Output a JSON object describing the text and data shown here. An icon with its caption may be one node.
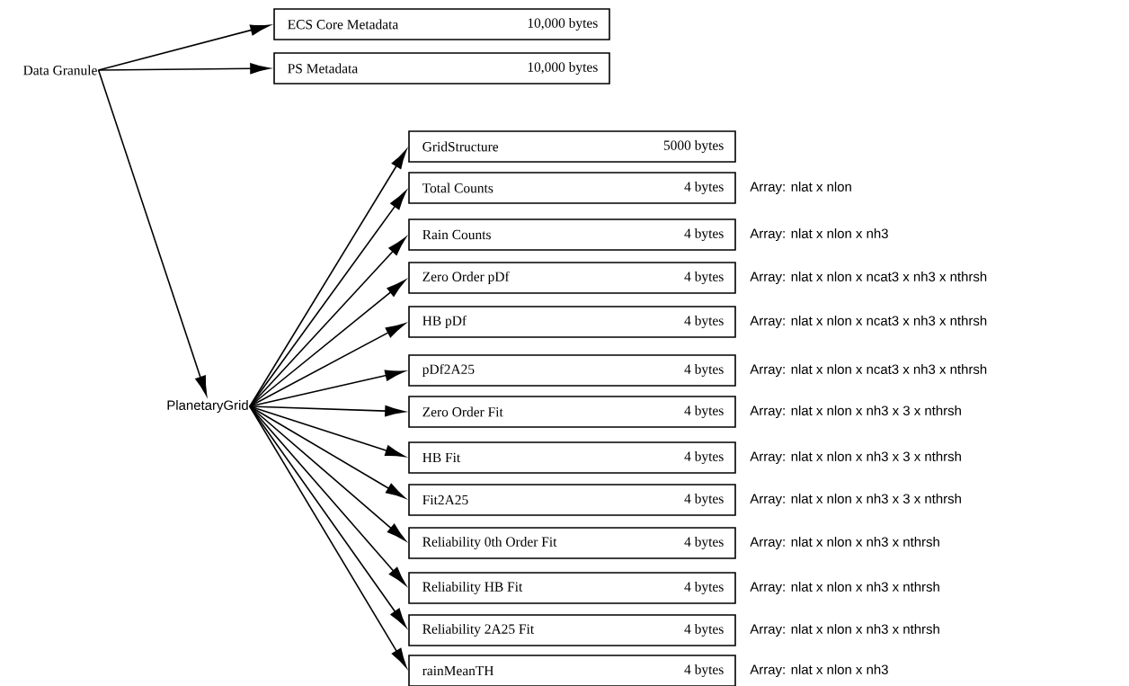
{
  "diagram": {
    "nodes": [
      {
        "text": [
          "Data Granule"
        ]
      },
      {
        "text": [
          "ECS Core Metadata",
          "10,000 bytes"
        ]
      },
      {
        "text": [
          "PS Metadata",
          "10,000 bytes"
        ]
      },
      {
        "text": [
          "PlanetaryGrid"
        ]
      },
      {
        "text": [
          "GridStructure",
          "5000 bytes"
        ]
      },
      {
        "text": [
          "Total Counts",
          "4 bytes"
        ],
        "beside": [
          "Array: nlat x nlon"
        ]
      },
      {
        "text": [
          "Rain Counts",
          "4 bytes"
        ],
        "beside": [
          "Array: nlat x nlon x nh3"
        ]
      },
      {
        "text": [
          "Zero Order pDf",
          "4 bytes"
        ],
        "beside": [
          "Array: nlat x nlon x ncat3 x nh3 x nthrsh"
        ]
      },
      {
        "text": [
          "HB pDf",
          "4 bytes"
        ],
        "beside": [
          "Array: nlat x nlon x ncat3 x nh3 x nthrsh"
        ]
      },
      {
        "text": [
          "pDf2A25",
          "4 bytes"
        ],
        "beside": [
          "Array: nlat x nlon x ncat3 x nh3 x nthrsh"
        ]
      },
      {
        "text": [
          "Zero Order Fit",
          "4 bytes"
        ],
        "beside": [
          "Array: nlat x nlon x nh3 x 3 x nthrsh"
        ]
      },
      {
        "text": [
          "HB Fit",
          "4 bytes"
        ],
        "beside": [
          "Array: nlat x nlon x nh3 x 3 x nthrsh"
        ]
      },
      {
        "text": [
          "Fit2A25",
          "4 bytes"
        ],
        "beside": [
          "Array: nlat x nlon x nh3 x 3 x nthrsh"
        ]
      },
      {
        "text": [
          "Reliability 0th Order Fit",
          "4 bytes"
        ],
        "beside": [
          "Array: nlat x nlon x nh3 x nthrsh"
        ]
      },
      {
        "text": [
          "Reliability HB Fit",
          "4 bytes"
        ],
        "beside": [
          "Array: nlat x nlon x nh3 x nthrsh"
        ]
      },
      {
        "text": [
          "Reliability 2A25 Fit",
          "4 bytes"
        ],
        "beside": [
          "Array: nlat x nlon x nh3 x nthrsh"
        ]
      },
      {
        "text": [
          "rainMeanTH",
          "4 bytes"
        ],
        "beside": [
          "Array: nlat x nlon x nh3"
        ]
      }
    ],
    "edges": [
      {
        "from": 0,
        "to": 1,
        "arrow": "to"
      },
      {
        "from": 0,
        "to": 2,
        "arrow": "to"
      },
      {
        "from": 0,
        "to": 3,
        "arrow": "to"
      },
      {
        "from": 3,
        "to": 4,
        "arrow": "to"
      },
      {
        "from": 3,
        "to": 5,
        "arrow": "to"
      },
      {
        "from": 3,
        "to": 6,
        "arrow": "to"
      },
      {
        "from": 3,
        "to": 7,
        "arrow": "to"
      },
      {
        "from": 3,
        "to": 8,
        "arrow": "to"
      },
      {
        "from": 3,
        "to": 9,
        "arrow": "to"
      },
      {
        "from": 3,
        "to": 10,
        "arrow": "to"
      },
      {
        "from": 3,
        "to": 11,
        "arrow": "to"
      },
      {
        "from": 3,
        "to": 12,
        "arrow": "to"
      },
      {
        "from": 3,
        "to": 13,
        "arrow": "to"
      },
      {
        "from": 3,
        "to": 14,
        "arrow": "to"
      },
      {
        "from": 3,
        "to": 15,
        "arrow": "to"
      },
      {
        "from": 3,
        "to": 16,
        "arrow": "to"
      }
    ]
  }
}
